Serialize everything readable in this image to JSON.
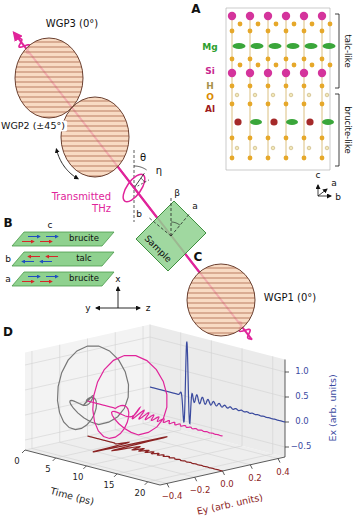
{
  "diagram": {
    "nodes": [
      {
        "text": [
          "WGP3 (0°)"
        ]
      },
      {
        "text": [
          "WGP2 (±45°)"
        ]
      },
      {
        "text": [
          "Sample"
        ]
      },
      {
        "text": [
          "WGP1 (0°)"
        ]
      }
    ],
    "edges": [
      {
        "from": 3,
        "to": 2,
        "arrow": "none"
      },
      {
        "from": 2,
        "to": 1,
        "arrow": "none"
      },
      {
        "from": 1,
        "to": 0,
        "arrow": "none"
      }
    ],
    "labels": [
      "A",
      "Mg",
      "Si",
      "H",
      "O",
      "Al",
      "talc-like",
      "brucite-like",
      "c",
      "b",
      "a",
      "θ",
      "η",
      "Transmitted THz",
      "b",
      "β",
      "a",
      "C",
      "x",
      "y",
      "z",
      "B",
      "c",
      "brucite",
      "b",
      "talc",
      "a",
      "brucite",
      "D",
      "Time (ps)",
      "0",
      "5",
      "10",
      "15",
      "20",
      "Ey (arb. units)",
      "−0.4",
      "−0.2",
      "0.0",
      "0.2",
      "0.4",
      "Ex (arb. units)",
      "1.0",
      "0.5",
      "0.0",
      "−0.5"
    ]
  }
}
